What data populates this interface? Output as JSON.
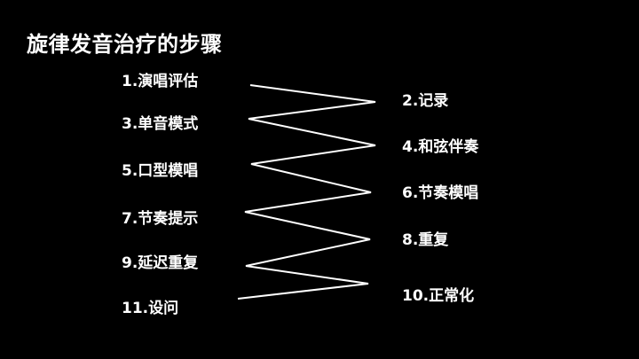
{
  "title": "旋律发音治疗的步骤",
  "steps": [
    {
      "label": "1.演唱评估"
    },
    {
      "label": "2.记录"
    },
    {
      "label": "3.单音模式"
    },
    {
      "label": "4.和弦伴奏"
    },
    {
      "label": "5.口型模唱"
    },
    {
      "label": "6.节奏模唱"
    },
    {
      "label": "7.节奏提示"
    },
    {
      "label": "8.重复"
    },
    {
      "label": "9.延迟重复"
    },
    {
      "label": "10.正常化"
    },
    {
      "label": "11.设问"
    }
  ],
  "colors": {
    "background": "#000000",
    "text": "#ffffff",
    "line": "#ffffff"
  }
}
